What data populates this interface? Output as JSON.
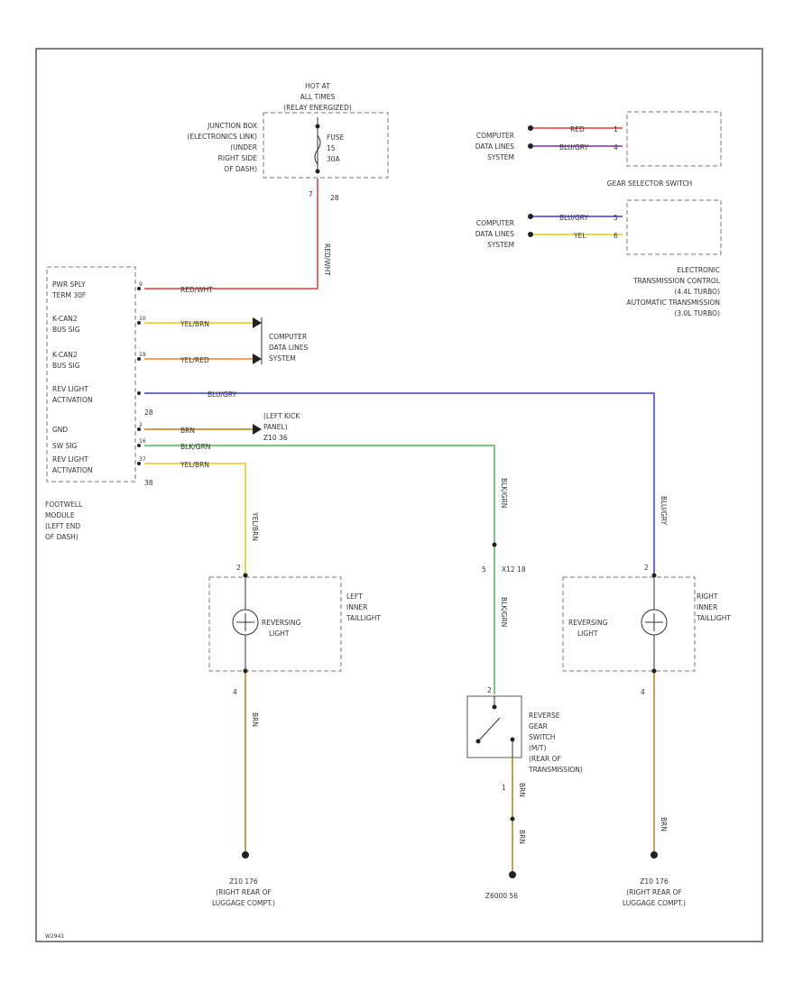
{
  "colors": {
    "red_white": "#f06a6a",
    "blue": "#6a6aee",
    "yellow": "#e8d84a",
    "green": "#7ec87e",
    "violet": "#a060c0",
    "yel_red": "#f4a060",
    "brown": "#c8a050"
  },
  "hot_box": {
    "l1": "HOT AT",
    "l2": "ALL TIMES",
    "l3": "(RELAY ENERGIZED)",
    "fuse1": "FUSE",
    "fuse2": "15",
    "fuse3": "30A"
  },
  "junction_box": {
    "l1": "JUNCTION BOX",
    "l2": "(ELECTRONICS LINK)",
    "l3": "(UNDER",
    "l4": "RIGHT SIDE",
    "l5": "OF DASH)",
    "pin_left": "7",
    "pin_right": "28"
  },
  "wire_labels": {
    "red_white": "RED/WHT",
    "red_white_h": "RED/WHT",
    "yellow": "YEL/BRN",
    "yel_red": "YEL/RED",
    "blue": "BLU/GRY",
    "brown": "BRN",
    "green": "BLK/GRN",
    "yel_blu": "YEL/BRN",
    "yel_vert": "YEL/BRN",
    "blu_vert": "BLU/GRY",
    "grn_vert1": "BLK/GRN",
    "grn_vert2": "BLK/GRN",
    "brn_left": "BRN",
    "brn_mid1": "BRN",
    "brn_mid2": "BRN",
    "brn_right": "BRN",
    "gs_red": "RED",
    "gs_blu": "BLU/GRY",
    "etc_blu": "BLU/GRY",
    "etc_yel": "YEL"
  },
  "footwell": {
    "rows": [
      {
        "l1": "PWR SPLY",
        "l2": "TERM 30F",
        "pin": "9"
      },
      {
        "l1": "K-CAN2",
        "l2": "BUS SIG",
        "pin": "10"
      },
      {
        "l1": "K-CAN2",
        "l2": "BUS SIG",
        "pin": "19"
      },
      {
        "l1": "REV LIGHT",
        "l2": "ACTIVATION",
        "pin": "",
        "sub": "28"
      },
      {
        "l1": "GND",
        "l2": "",
        "pin": "2"
      },
      {
        "l1": "SW SIG",
        "l2": "",
        "pin": "16"
      },
      {
        "l1": "REV LIGHT",
        "l2": "ACTIVATION",
        "pin": "37",
        "sub": "38"
      }
    ],
    "name": [
      "FOOTWELL",
      "MODULE",
      "(LEFT END",
      "OF DASH)"
    ]
  },
  "cdl": {
    "l1": "COMPUTER",
    "l2": "DATA LINES",
    "l3": "SYSTEM"
  },
  "left_kick": {
    "l1": "(LEFT KICK",
    "l2": "PANEL)",
    "l3": "Z10 36"
  },
  "gear_selector": {
    "cdl1": "COMPUTER",
    "cdl2": "DATA LINES",
    "cdl3": "SYSTEM",
    "pin_a": "1",
    "pin_b": "4",
    "name": "GEAR SELECTOR SWITCH"
  },
  "etc": {
    "cdl1": "COMPUTER",
    "cdl2": "DATA LINES",
    "cdl3": "SYSTEM",
    "pin_a": "5",
    "pin_b": "6",
    "n1": "ELECTRONIC",
    "n2": "TRANSMISSION CONTROL",
    "n3": "(4.4L TURBO)",
    "n4": "AUTOMATIC TRANSMISSION",
    "n5": "(3.0L TURBO)"
  },
  "left_tail": {
    "box": "REVERSING",
    "box2": "LIGHT",
    "n1": "LEFT",
    "n2": "INNER",
    "n3": "TAILLIGHT",
    "pin_top": "2",
    "pin_bot": "4"
  },
  "right_tail": {
    "box": "REVERSING",
    "box2": "LIGHT",
    "n1": "RIGHT",
    "n2": "INNER",
    "n3": "TAILLIGHT",
    "pin_top": "2",
    "pin_bot": "4"
  },
  "reverse_switch": {
    "n1": "REVERSE",
    "n2": "GEAR",
    "n3": "SWITCH",
    "n4": "(M/T)",
    "n5": "(REAR OF",
    "n6": "TRANSMISSION)",
    "pin_top": "2",
    "pin_bot": "1",
    "conn": "X12 18",
    "conn_pin": "5"
  },
  "grounds": {
    "left": {
      "l1": "Z10 176",
      "l2": "(RIGHT REAR OF",
      "l3": "LUGGAGE COMPT.)"
    },
    "middle": {
      "l1": "Z6000 56"
    },
    "right": {
      "l1": "Z10 176",
      "l2": "(RIGHT REAR OF",
      "l3": "LUGGAGE COMPT.)"
    }
  },
  "corner_id": "W2941"
}
